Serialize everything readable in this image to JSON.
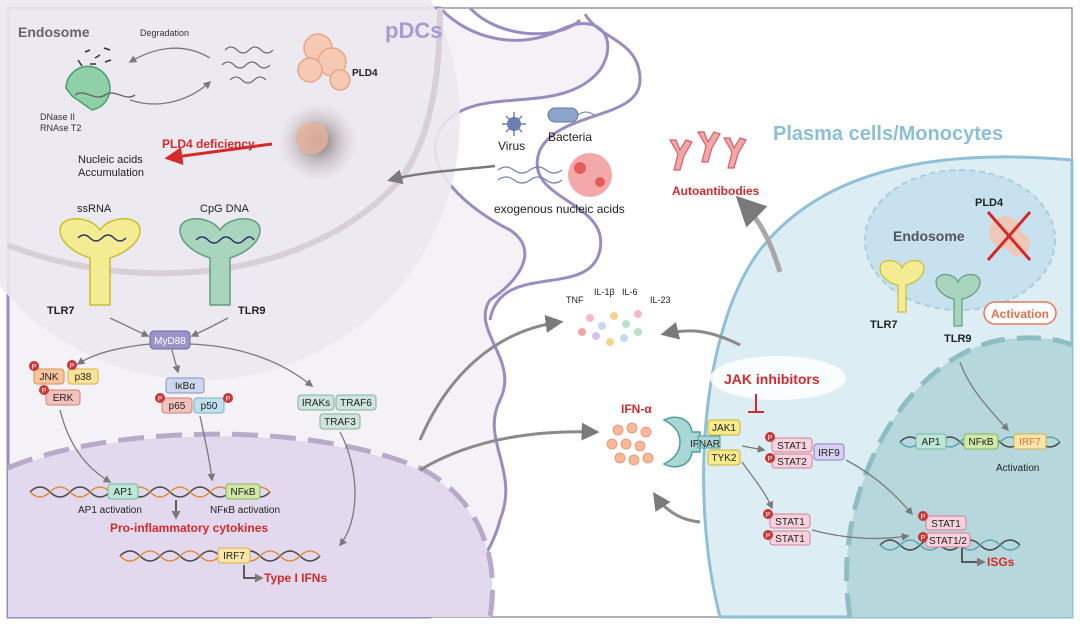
{
  "regions": {
    "pdcs": "pDCs",
    "plasma": "Plasma cells/Monocytes",
    "endosome_left": "Endosome",
    "endosome_right": "Endosome"
  },
  "endosome_left": {
    "degradation": "Degradation",
    "enzyme_line1": "DNase II",
    "enzyme_line2": "RNAse T2",
    "pld4": "PLD4",
    "deficiency": "PLD4 deficiency",
    "accum_line1": "Nucleic acids",
    "accum_line2": "Accumulation"
  },
  "receptors": {
    "ssrna": "ssRNA",
    "cpg": "CpG DNA",
    "tlr7": "TLR7",
    "tlr9": "TLR9"
  },
  "signaling": {
    "myd88": "MyD88",
    "jnk": "JNK",
    "p38": "p38",
    "erk": "ERK",
    "ikba": "IκBα",
    "p65": "p65",
    "p50": "p50",
    "iraks": "IRAKs",
    "traf6": "TRAF6",
    "traf3": "TRAF3",
    "phospho": "P"
  },
  "nucleus_left": {
    "ap1": "AP1",
    "nfkb": "NFκB",
    "ap1_act": "AP1 activation",
    "nfkb_act": "NFκB activation",
    "proinflam": "Pro-inflammatory cytokines",
    "irf7": "IRF7",
    "type1": "Type I IFNs"
  },
  "pathogens": {
    "virus": "Virus",
    "bacteria": "Bacteria",
    "exogenous": "exogenous nucleic acids"
  },
  "autoantibodies": "Autoantibodies",
  "cytokines": {
    "tnf": "TNF",
    "il1b": "IL-1β",
    "il6": "IL-6",
    "il23": "IL-23"
  },
  "ifn": {
    "ifna": "IFN-α",
    "jak_inhib": "JAK inhibitors",
    "ifnar": "IFNAR",
    "jak1": "JAK1",
    "tyk2": "TYK2",
    "stat1": "STAT1",
    "stat2": "STAT2",
    "irf9": "IRF9",
    "stat12": "STAT1/2",
    "isgs": "ISGs"
  },
  "right_cell": {
    "pld4": "PLD4",
    "tlr7": "TLR7",
    "tlr9": "TLR9",
    "activation_badge": "Activation",
    "ap1": "AP1",
    "nfkb": "NFκB",
    "irf7": "IRF7",
    "activation": "Activation"
  },
  "colors": {
    "cell_fill": "#f4f2f6",
    "pdc_membrane": "#9a8cc0",
    "plasma_fill": "#dcedf4",
    "plasma_membrane": "#8fc0d6",
    "nucleus_left": "#e3d9ee",
    "nucleus_right": "#b6d8dc",
    "accent_red": "#d42a2a",
    "myd88": "#9c94c6"
  }
}
